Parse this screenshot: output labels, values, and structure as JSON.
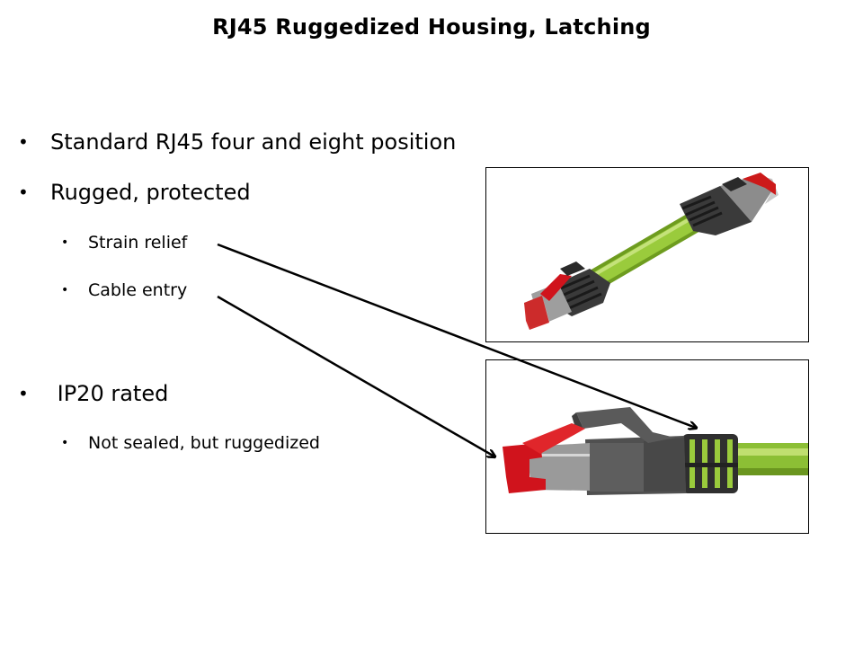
{
  "slide": {
    "title": "RJ45 Ruggedized Housing, Latching",
    "bullets": [
      {
        "text": "Standard RJ45 four and eight position",
        "level": 1
      },
      {
        "text": "Rugged, protected",
        "level": 1
      },
      {
        "text": "Strain relief",
        "level": 2
      },
      {
        "text": "Cable entry",
        "level": 2
      },
      {
        "text": " IP20 rated",
        "level": 1
      },
      {
        "text": "Not sealed, but ruggedized",
        "level": 2
      }
    ],
    "bullet_glyph": "•",
    "images": [
      {
        "name": "rj45-patch-cable-image",
        "description": "RJ45 patch cable with green cable and two ruggedized connectors with red latches"
      },
      {
        "name": "rj45-connector-closeup-image",
        "description": "Close-up of ruggedized RJ45 connector with strain relief boot"
      }
    ],
    "callouts": [
      {
        "from": "Strain relief",
        "to": "strain relief boot"
      },
      {
        "from": "Cable entry",
        "to": "connector front"
      }
    ],
    "colors": {
      "cable_green": "#8fc33a",
      "latch_red": "#d0131c",
      "housing_gray": "#555555"
    }
  }
}
